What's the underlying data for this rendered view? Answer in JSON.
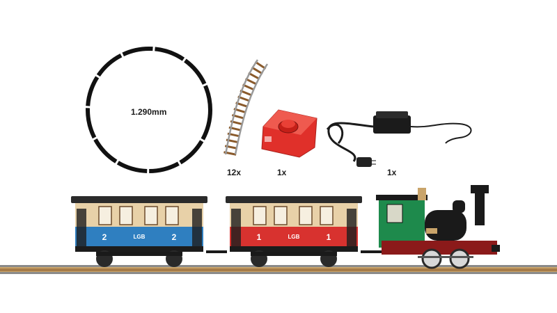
{
  "circle": {
    "diameter_label": "1.290mm"
  },
  "quantities": {
    "curved_track": "12x",
    "controller": "1x",
    "power_supply": "1x"
  },
  "car_two": {
    "number": "2",
    "logo": "LGB"
  },
  "car_one": {
    "number": "1",
    "logo": "LGB"
  },
  "colors": {
    "blue_car": "#2f7fc0",
    "red_car": "#d8322f",
    "car_upper": "#e8d1a8",
    "loco_green": "#1e8a4c",
    "loco_red": "#8b1a1a",
    "controller": "#e0302a",
    "sleeper": "#8a5a2b",
    "roadbed": "#c9a46a"
  }
}
